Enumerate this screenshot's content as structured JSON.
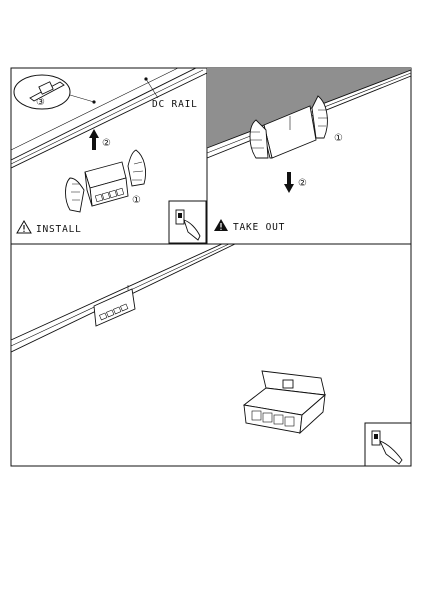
{
  "panels": {
    "install": {
      "title": "INSTALL",
      "rail_label": "DC RAIL",
      "steps": [
        "①",
        "②",
        "③"
      ]
    },
    "take_out": {
      "title": "TAKE OUT",
      "steps": [
        "①",
        "②"
      ]
    }
  },
  "icons": {
    "warning": "warning-triangle-icon",
    "arrow_up": "arrow-up-icon",
    "arrow_down": "arrow-down-icon",
    "hand": "hand-icon",
    "switch": "switch-icon"
  },
  "colors": {
    "line": "#111111",
    "wall_shade": "#8f8f8f",
    "background": "#ffffff"
  }
}
